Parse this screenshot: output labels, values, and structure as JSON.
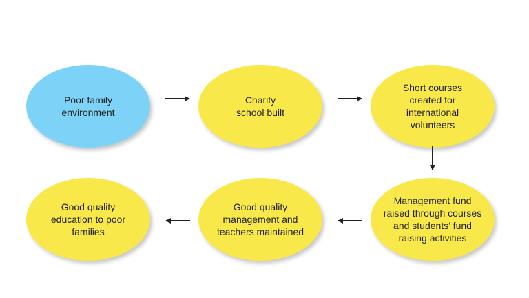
{
  "colors": {
    "start_node": "#7dd3f7",
    "node": "#f9e84a",
    "arrow": "#222222"
  },
  "nodes": [
    {
      "text": "Poor family\nenvironment"
    },
    {
      "text": "Charity\nschool built"
    },
    {
      "text": "Short courses\ncreated for\ninternational\nvolunteers"
    },
    {
      "text": "Management fund\nraised through courses\nand students’ fund\nraising activities"
    },
    {
      "text": "Good quality\nmanagement and\nteachers maintained"
    },
    {
      "text": "Good quality\neducation to poor\nfamilies"
    }
  ]
}
